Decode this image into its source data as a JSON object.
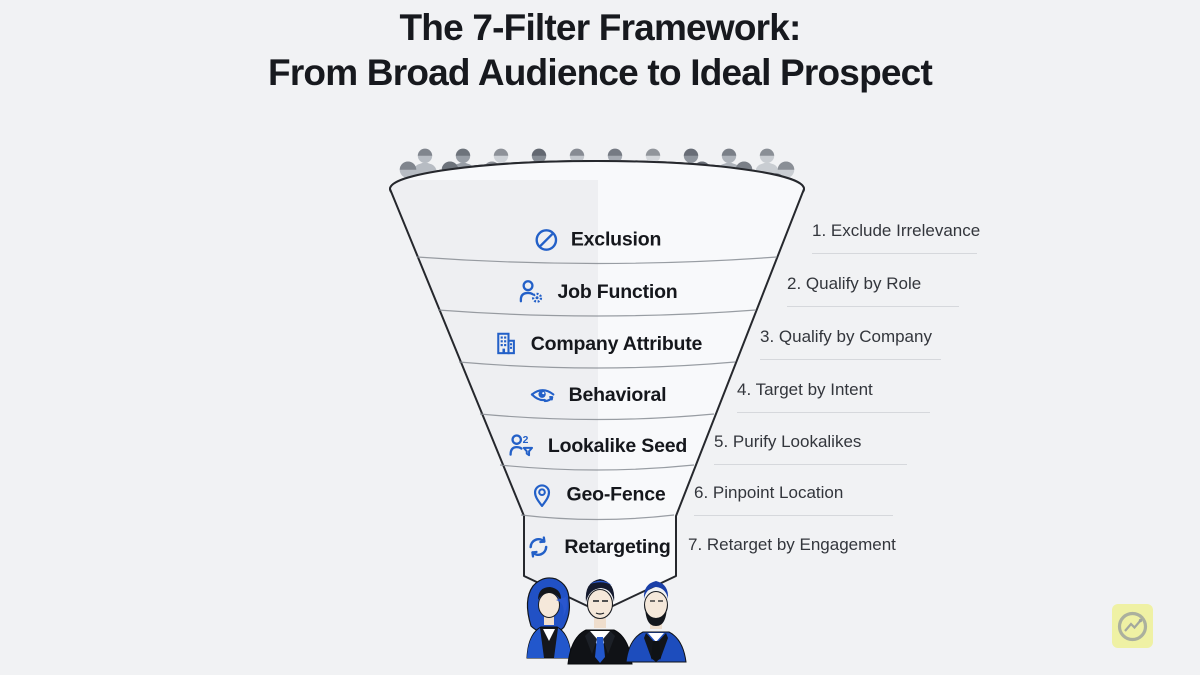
{
  "title": {
    "line1": "The 7-Filter Framework:",
    "line2": "From Broad Audience to Ideal Prospect"
  },
  "funnel": {
    "layers": [
      {
        "label": "Exclusion",
        "icon": "no-entry-icon",
        "caption": "1. Exclude Irrelevance"
      },
      {
        "label": "Job Function",
        "icon": "user-gear-icon",
        "caption": "2. Qualify by Role"
      },
      {
        "label": "Company Attribute",
        "icon": "building-icon",
        "caption": "3. Qualify by Company"
      },
      {
        "label": "Behavioral",
        "icon": "eye-icon",
        "caption": "4. Target by Intent"
      },
      {
        "label": "Lookalike Seed",
        "icon": "users-filter-icon",
        "caption": "5. Purify Lookalikes"
      },
      {
        "label": "Geo-Fence",
        "icon": "map-pin-icon",
        "caption": "6. Pinpoint Location"
      },
      {
        "label": "Retargeting",
        "icon": "refresh-icon",
        "caption": "7. Retarget by Engagement"
      }
    ],
    "top_illustration": "crowd-of-people",
    "bottom_illustration": "three-ideal-prospects"
  },
  "watermark": {
    "icon": "line-chart-logo-icon"
  },
  "colors": {
    "background": "#f1f2f4",
    "accent_blue": "#2360c8",
    "text_dark": "#17191e",
    "caption_text": "#33363c",
    "underline": "#d6d8dc",
    "watermark_bg": "#eff1a4"
  }
}
